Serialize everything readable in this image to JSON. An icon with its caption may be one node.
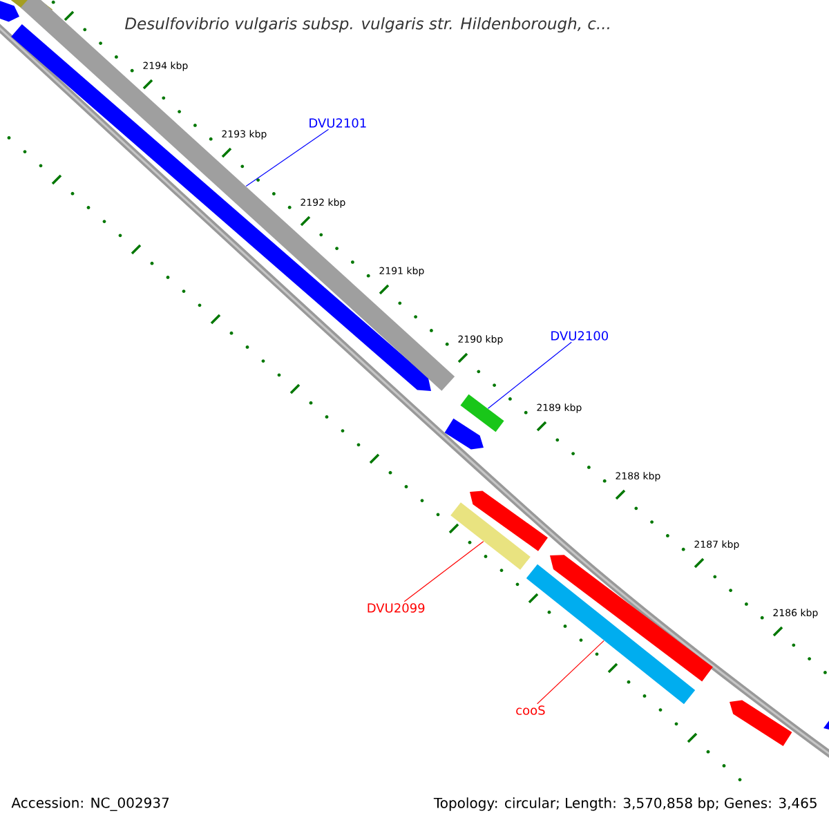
{
  "diagram": {
    "title": "Desulfovibrio vulgaris subsp. vulgaris str. Hildenborough, c...",
    "nodes": [
      {
        "text": [
          "DVU2101"
        ]
      },
      {
        "text": [],
        "shape": "bar"
      },
      {
        "text": [
          "DVU2100"
        ]
      },
      {
        "text": [],
        "shape": "bar"
      },
      {
        "text": [
          "DVU2099"
        ]
      },
      {
        "text": [],
        "shape": "bar"
      },
      {
        "text": [
          "cooS"
        ]
      },
      {
        "text": [],
        "shape": "bar"
      }
    ],
    "edges": [
      {
        "from": 0,
        "to": 1,
        "arrow": "none",
        "color": "#0000ff"
      },
      {
        "from": 2,
        "to": 3,
        "arrow": "none",
        "color": "#0000ff"
      },
      {
        "from": 4,
        "to": 5,
        "arrow": "none",
        "color": "#ff0000"
      },
      {
        "from": 6,
        "to": 7,
        "arrow": "none",
        "color": "#ff0000"
      }
    ],
    "labels": [
      "2194 kbp",
      "2193 kbp",
      "2192 kbp",
      "2191 kbp",
      "2190 kbp",
      "2189 kbp",
      "2188 kbp",
      "2187 kbp",
      "2186 kbp",
      "Accession: NC_002937",
      "Topology: circular; Length: 3,570,858 bp; Genes: 3,465"
    ]
  }
}
